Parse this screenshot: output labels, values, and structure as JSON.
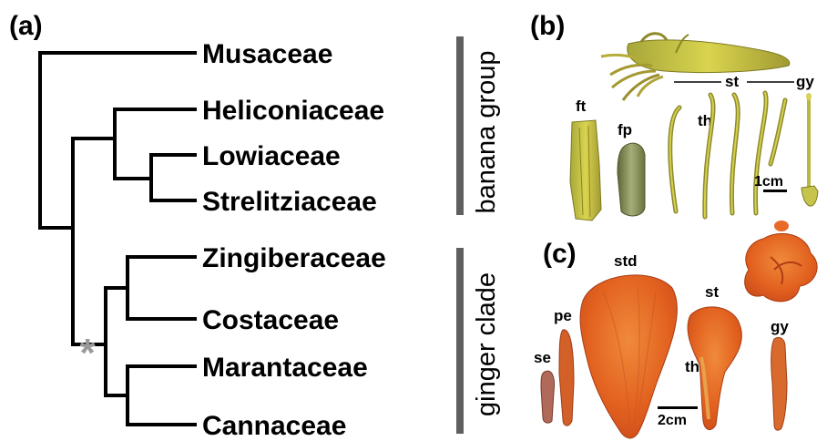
{
  "panels": {
    "a": "(a)",
    "b": "(b)",
    "c": "(c)"
  },
  "taxa": [
    "Musaceae",
    "Heliconiaceae",
    "Lowiaceae",
    "Strelitziaceae",
    "Zingiberaceae",
    "Costaceae",
    "Marantaceae",
    "Cannaceae"
  ],
  "groups": {
    "banana": "banana group",
    "ginger": "ginger clade"
  },
  "node_marker": "*",
  "panel_b": {
    "ft": "ft",
    "fp": "fp",
    "st": "st",
    "th": "th",
    "gy": "gy",
    "scale": "1cm"
  },
  "panel_c": {
    "std": "std",
    "st": "st",
    "pe": "pe",
    "se": "se",
    "th": "th",
    "gy": "gy",
    "scale": "2cm"
  },
  "colors": {
    "group_bar": "#5f5f5f",
    "asterisk": "#999999",
    "flower_yellow": "#c9c43a",
    "flower_green": "#8d9a4e",
    "petal_orange": "#e2611f",
    "petal_dark": "#c5461a"
  }
}
